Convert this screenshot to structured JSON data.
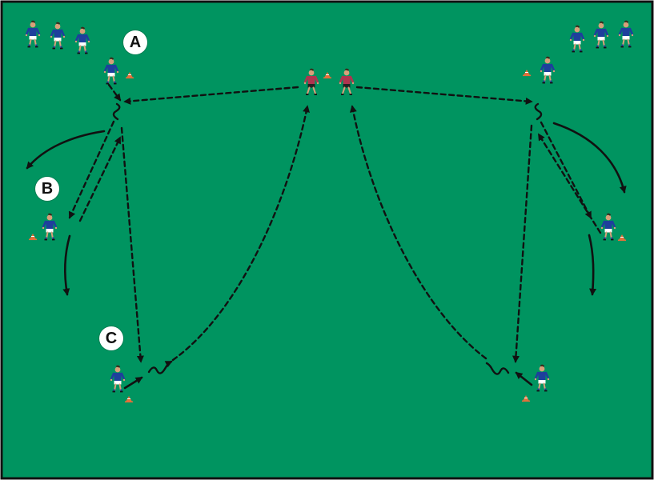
{
  "colors": {
    "pitch": "#009460",
    "border": "#111111",
    "player_team": "#1e3f9c",
    "player_shorts": "#ffffff",
    "server_team": "#b0334f",
    "server_shorts": "#222222",
    "skin": "#d8a07a",
    "cone": "#e2703a",
    "line": "#111111",
    "marker_bg": "#ffffff"
  },
  "icons": {
    "player": "player-icon",
    "server": "server-player-icon",
    "cone": "cone-icon",
    "arrow": "arrowhead-icon"
  },
  "markers": {
    "a": "A",
    "b": "B",
    "c": "C"
  }
}
